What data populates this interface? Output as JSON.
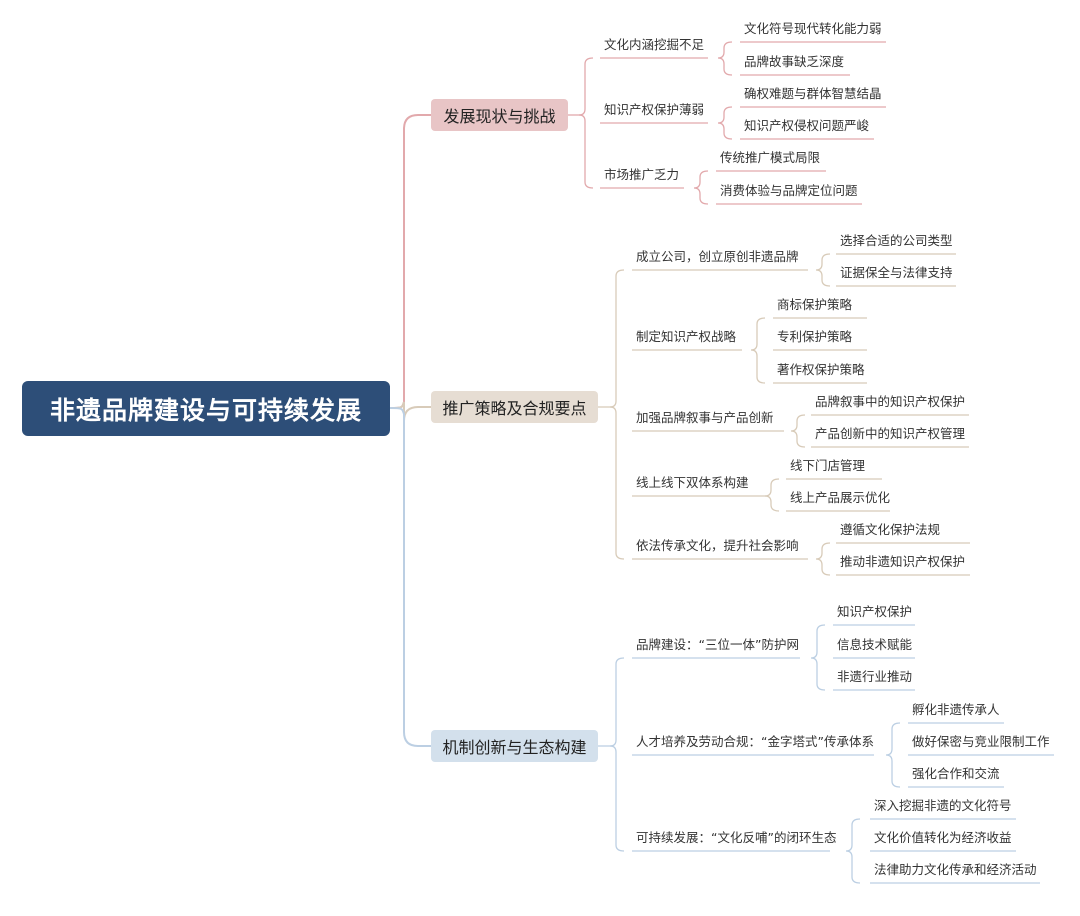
{
  "root": "非遗品牌建设与可持续发展",
  "colors": {
    "root": "#2d4e78",
    "branch1": "#e8c5c6",
    "branch2": "#e6ddd3",
    "branch3": "#d3e0ec",
    "line1": "#e2a9ac",
    "line2": "#d8cbb9",
    "line3": "#bccfe3"
  },
  "branches": [
    {
      "title": "发展现状与挑战",
      "children": [
        {
          "label": "文化内涵挖掘不足",
          "items": [
            "文化符号现代转化能力弱",
            "品牌故事缺乏深度"
          ]
        },
        {
          "label": "知识产权保护薄弱",
          "items": [
            "确权难题与群体智慧结晶",
            "知识产权侵权问题严峻"
          ]
        },
        {
          "label": "市场推广乏力",
          "items": [
            "传统推广模式局限",
            "消费体验与品牌定位问题"
          ]
        }
      ]
    },
    {
      "title": "推广策略及合规要点",
      "children": [
        {
          "label": "成立公司，创立原创非遗品牌",
          "items": [
            "选择合适的公司类型",
            "证据保全与法律支持"
          ]
        },
        {
          "label": "制定知识产权战略",
          "items": [
            "商标保护策略",
            "专利保护策略",
            "著作权保护策略"
          ]
        },
        {
          "label": "加强品牌叙事与产品创新",
          "items": [
            "品牌叙事中的知识产权保护",
            "产品创新中的知识产权管理"
          ]
        },
        {
          "label": "线上线下双体系构建",
          "items": [
            "线下门店管理",
            "线上产品展示优化"
          ]
        },
        {
          "label": "依法传承文化，提升社会影响",
          "items": [
            "遵循文化保护法规",
            "推动非遗知识产权保护"
          ]
        }
      ]
    },
    {
      "title": "机制创新与生态构建",
      "children": [
        {
          "label": "品牌建设：“三位一体”防护网",
          "items": [
            "知识产权保护",
            "信息技术赋能",
            "非遗行业推动"
          ]
        },
        {
          "label": "人才培养及劳动合规：“金字塔式”传承体系",
          "items": [
            "孵化非遗传承人",
            "做好保密与竞业限制工作",
            "强化合作和交流"
          ]
        },
        {
          "label": "可持续发展：“文化反哺”的闭环生态",
          "items": [
            "深入挖掘非遗的文化符号",
            "文化价值转化为经济收益",
            "法律助力文化传承和经济活动"
          ]
        }
      ]
    }
  ]
}
